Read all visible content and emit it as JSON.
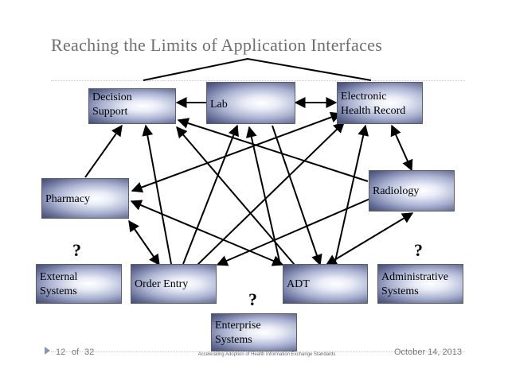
{
  "slide": {
    "title": "Reaching the Limits of Application Interfaces"
  },
  "nodes": {
    "decision_support": "Decision\nSupport",
    "lab": "Lab",
    "ehr": "Electronic\nHealth Record",
    "pharmacy": "Pharmacy",
    "radiology": "Radiology",
    "external": "External\nSystems",
    "order_entry": "Order Entry",
    "adt": "ADT",
    "administrative": "Administrative\nSystems",
    "enterprise": "Enterprise\nSystems"
  },
  "question_marks": [
    "?",
    "?",
    "?"
  ],
  "footer": {
    "page": "12",
    "of_label": "of",
    "total": "32",
    "center_text": "Accelerating Adoption of Health Information Exchange Standards",
    "date": "October 14, 2013"
  },
  "colors": {
    "node_gradient_light": "#ffffff",
    "node_gradient_dark": "#444d74",
    "title": "#6f6f6f",
    "marker": "#8a94b4"
  }
}
